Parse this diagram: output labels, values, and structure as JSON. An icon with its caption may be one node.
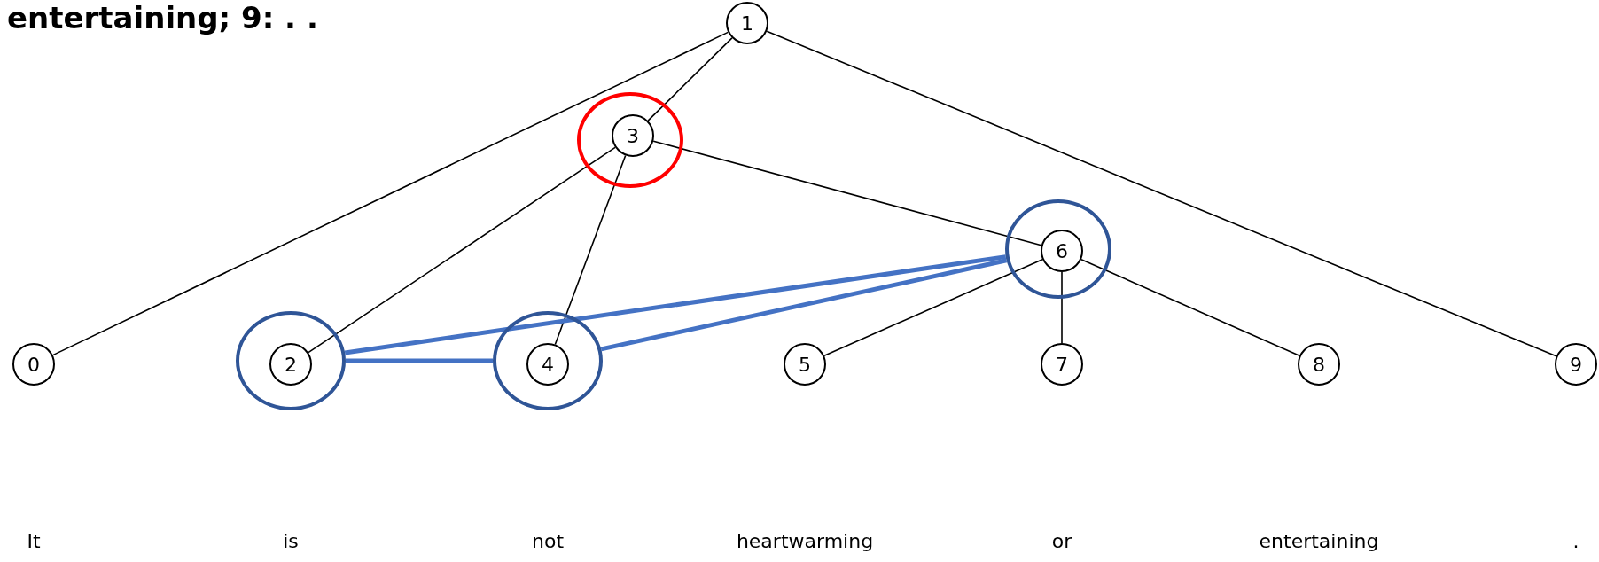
{
  "diagram": {
    "title": "entertaining; 9: . .",
    "nodes": [
      {
        "text": [
          "1"
        ]
      },
      {
        "text": [],
        "shape": "circle"
      },
      {
        "text": [
          "3"
        ],
        "in": 1
      },
      {
        "text": [],
        "shape": "circle"
      },
      {
        "text": [
          "6"
        ],
        "in": 3
      },
      {
        "text": [
          "0"
        ]
      },
      {
        "text": [],
        "shape": "circle"
      },
      {
        "text": [
          "2"
        ],
        "in": 6
      },
      {
        "text": [],
        "shape": "circle"
      },
      {
        "text": [
          "4"
        ],
        "in": 8
      },
      {
        "text": [
          "5"
        ]
      },
      {
        "text": [
          "7"
        ]
      },
      {
        "text": [
          "8"
        ]
      },
      {
        "text": [
          "9"
        ]
      }
    ],
    "edges": [
      {
        "from": 0,
        "to": 5,
        "arrow": "none"
      },
      {
        "from": 0,
        "to": 2,
        "arrow": "none"
      },
      {
        "from": 0,
        "to": 13,
        "arrow": "none"
      },
      {
        "from": 2,
        "to": 7,
        "arrow": "none"
      },
      {
        "from": 2,
        "to": 9,
        "arrow": "none"
      },
      {
        "from": 2,
        "to": 4,
        "arrow": "none"
      },
      {
        "from": 4,
        "to": 10,
        "arrow": "none"
      },
      {
        "from": 4,
        "to": 11,
        "arrow": "none"
      },
      {
        "from": 4,
        "to": 12,
        "arrow": "none"
      },
      {
        "from": 3,
        "to": 6,
        "arrow": "none",
        "style": "thick",
        "color": "#4472c4"
      },
      {
        "from": 3,
        "to": 8,
        "arrow": "none",
        "style": "thick",
        "color": "#4472c4"
      },
      {
        "from": 6,
        "to": 8,
        "arrow": "none",
        "style": "thick",
        "color": "#4472c4"
      }
    ],
    "labels": [
      "It",
      "is",
      "not",
      "heartwarming",
      "or",
      "entertaining",
      "."
    ]
  }
}
